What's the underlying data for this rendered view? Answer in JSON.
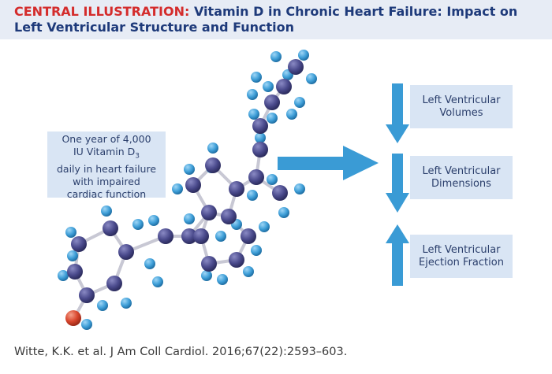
{
  "header": {
    "label": "CENTRAL ILLUSTRATION:",
    "title": "Vitamin D in Chronic Heart Failure: Impact on Left Ventricular Structure and Function"
  },
  "callout": {
    "line1": "One year of 4,000",
    "line2_prefix": "IU Vitamin D",
    "line2_sub": "3",
    "line3": "daily in heart failure",
    "line4": "with impaired",
    "line5": "cardiac function"
  },
  "outcomes": [
    {
      "line1": "Left Ventricular",
      "line2": "Volumes",
      "direction": "down"
    },
    {
      "line1": "Left Ventricular",
      "line2": "Dimensions",
      "direction": "down"
    },
    {
      "line1": "Left Ventricular",
      "line2": "Ejection Fraction",
      "direction": "up"
    }
  ],
  "footer": {
    "citation": "Witte, K.K. et al. J Am Coll Cardiol. 2016;67(22):2593–603."
  },
  "colors": {
    "header_bg": "#e7ecf5",
    "label_red": "#d42c2c",
    "title_blue": "#1e3a7a",
    "box_bg": "#d9e5f4",
    "arrow_blue": "#3a9bd5",
    "carbon_atom": "#4a4a8c",
    "hydrogen_atom": "#3f9fd8",
    "oxygen_atom": "#d8452c"
  }
}
